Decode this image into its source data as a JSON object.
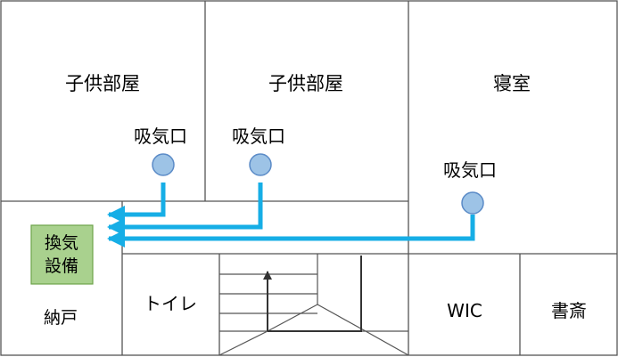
{
  "rooms": {
    "child_room_1": "子供部屋",
    "child_room_2": "子供部屋",
    "bedroom": "寝室",
    "storage": "納戸",
    "toilet": "トイレ",
    "wic": "WIC",
    "study": "書斎"
  },
  "vents": {
    "vent_1": "吸気口",
    "vent_2": "吸気口",
    "vent_3": "吸気口"
  },
  "ventilation_unit": {
    "line1": "換気",
    "line2": "設備"
  },
  "colors": {
    "wall": "#555555",
    "duct": "#16aee6",
    "vent_fill": "#9dc3e6",
    "vent_stroke": "#5b8bc7",
    "unit_fill": "#a9d18e",
    "unit_stroke": "#6da34a",
    "stair_arrow": "#333333"
  }
}
